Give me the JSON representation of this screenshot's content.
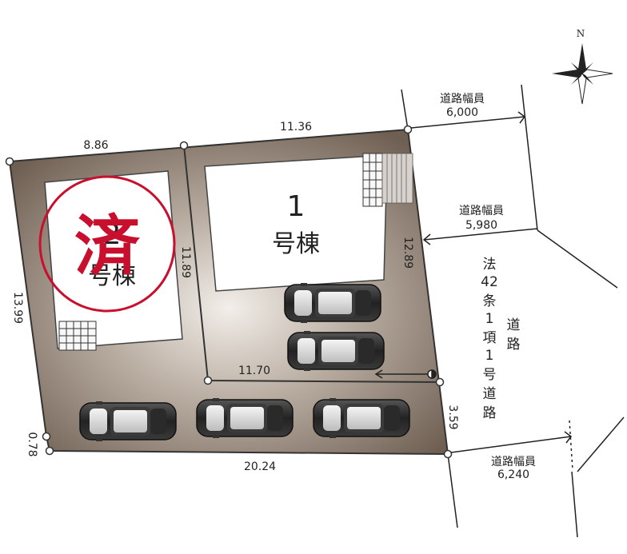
{
  "north_label": "N",
  "stamp_label": "済",
  "lots": [
    {
      "number": "2",
      "label": "号棟"
    },
    {
      "number": "1",
      "label": "号棟"
    }
  ],
  "dimensions": {
    "top_left": "8.86",
    "top_right": "11.36",
    "left_side": "13.99",
    "divider": "11.89",
    "right_side": "12.89",
    "inner_bottom": "11.70",
    "bottom_right_small": "3.59",
    "bottom_left_small": "0.78",
    "bottom": "20.24"
  },
  "roads": [
    {
      "label": "道路幅員",
      "width": "6,000"
    },
    {
      "label": "道路幅員",
      "width": "5,980"
    },
    {
      "label": "道路幅員",
      "width": "6,240"
    }
  ],
  "road_type_col1": [
    "法",
    "42",
    "条",
    "1",
    "項",
    "1",
    "号",
    "道",
    "路"
  ],
  "road_type_col2": [
    "道",
    "路"
  ]
}
